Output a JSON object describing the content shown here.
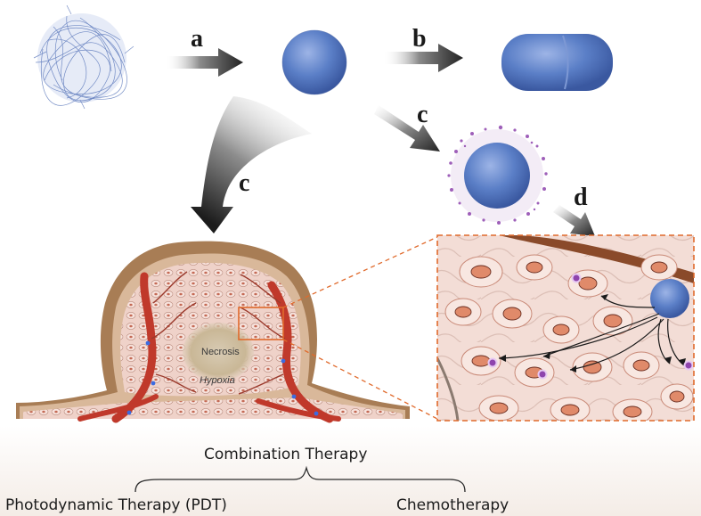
{
  "steps": {
    "a": "a",
    "b": "b",
    "c1": "c",
    "c2": "c",
    "d": "d"
  },
  "tumor": {
    "necrosis": "Necrosis",
    "hypoxia": "Hypoxia"
  },
  "therapy": {
    "combination": "Combination Therapy",
    "pdt": "Photodynamic Therapy (PDT)",
    "chemo": "Chemotherapy"
  },
  "colors": {
    "particle_blue": "#5b7fc7",
    "vessel_red": "#c0392b",
    "tissue_pink": "#f2cfc6",
    "nucleus": "#e08a6a",
    "drug_purple": "#8e44ad",
    "zoom_frame": "#e06a2c"
  }
}
